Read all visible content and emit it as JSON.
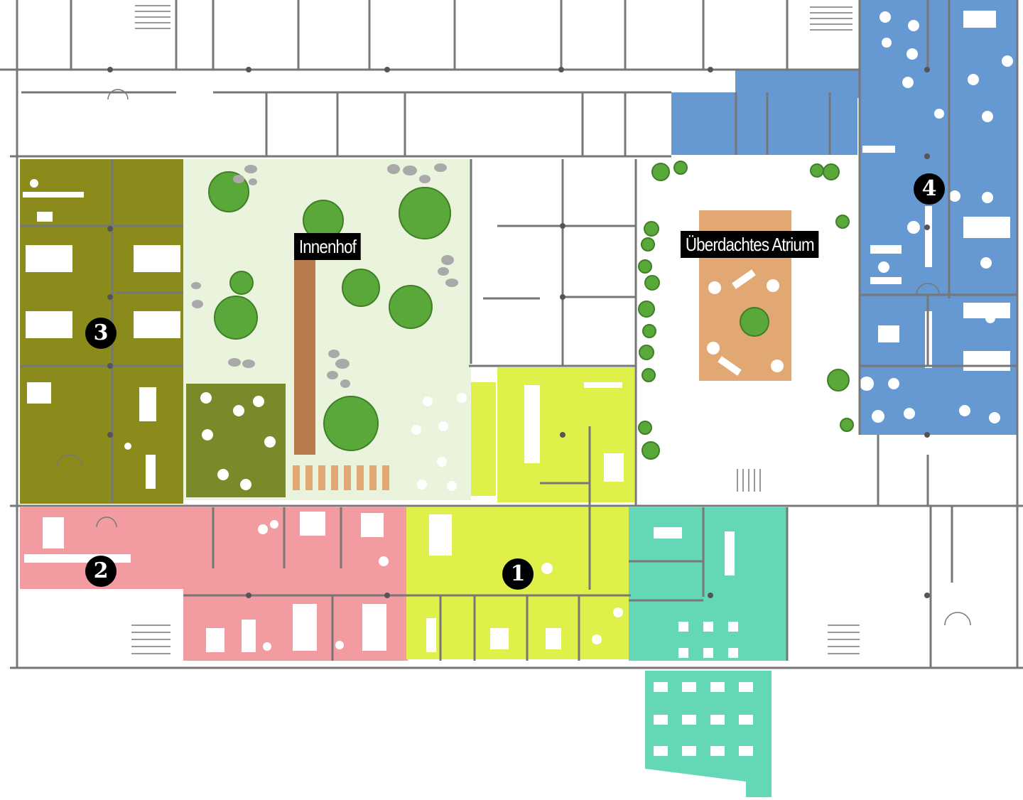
{
  "labels": {
    "courtyard": "Innenhof",
    "atrium": "Überdachtes Atrium"
  },
  "zones": [
    {
      "number": "1",
      "color": "#e0f04a"
    },
    {
      "number": "2",
      "color": "#f29ba0"
    },
    {
      "number": "3",
      "color": "#8a8b1a"
    },
    {
      "number": "4",
      "color": "#6699d1"
    },
    {
      "number": "",
      "color": "#64d7b7"
    }
  ],
  "colors": {
    "wall": "#777777",
    "courtyard": "#eaf3dc",
    "deck": "#e2a874",
    "path": "#b87c4c",
    "tree": "#5aa83a",
    "stone": "#a9a9a9",
    "garden": "#7a8a2a"
  },
  "icons": [
    "tree-icon",
    "stone-icon",
    "table-icon",
    "chair-icon",
    "door-icon",
    "stair-icon"
  ]
}
